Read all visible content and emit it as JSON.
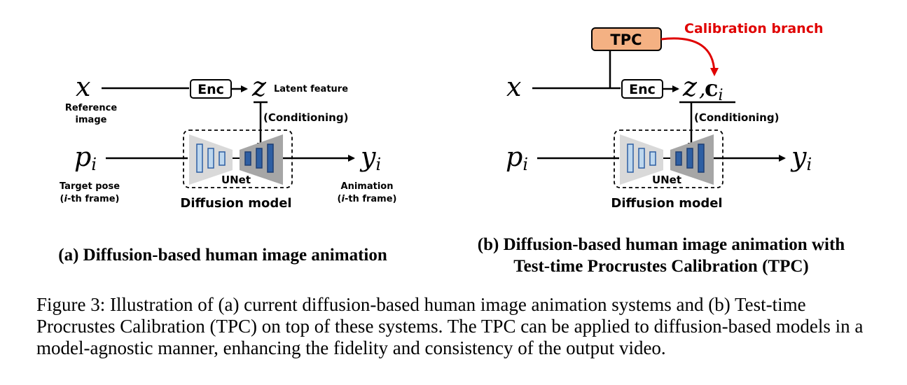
{
  "panel_a": {
    "x_var": "x",
    "enc_label": "Enc",
    "z_var": "z",
    "latent_label": "Latent feature",
    "ref_line1": "Reference",
    "ref_line2": "image",
    "conditioning": "(Conditioning)",
    "p_var": "p",
    "p_sub": "i",
    "y_var": "y",
    "y_sub": "i",
    "unet_label": "UNet",
    "diffusion_label": "Diffusion model",
    "target_line1": "Target pose",
    "target_line2_i": "i",
    "target_line2_rest": "-th frame)",
    "anim_line1": "Animation",
    "anim_line2_i": "i",
    "anim_line2_rest": "-th frame)",
    "title": "(a) Diffusion-based human image animation"
  },
  "panel_b": {
    "tpc_label": "TPC",
    "calibration_label": "Calibration branch",
    "x_var": "x",
    "enc_label": "Enc",
    "z_var": "z",
    "comma": ",",
    "c_var": "c",
    "c_sub": "i",
    "conditioning": "(Conditioning)",
    "p_var": "p",
    "p_sub": "i",
    "y_var": "y",
    "y_sub": "i",
    "unet_label": "UNet",
    "diffusion_label": "Diffusion model",
    "title_line1": "(b) Diffusion-based human image animation with",
    "title_line2": "Test-time Procrustes Calibration (TPC)"
  },
  "caption": "Figure 3: Illustration of (a) current diffusion-based human image animation systems and (b) Test-time Procrustes Calibration (TPC) on top of these systems. The TPC can be applied to diffusion-based models in a model-agnostic manner, enhancing the fidelity and consistency of the output video.",
  "colors": {
    "tpc_fill": "#f4b183",
    "calibration_red": "#e00000",
    "block_light": "#bdd7ee",
    "block_dark": "#2e5fa3",
    "encoder_trap": "#d9d9d9",
    "decoder_trap": "#a6a6a6"
  }
}
